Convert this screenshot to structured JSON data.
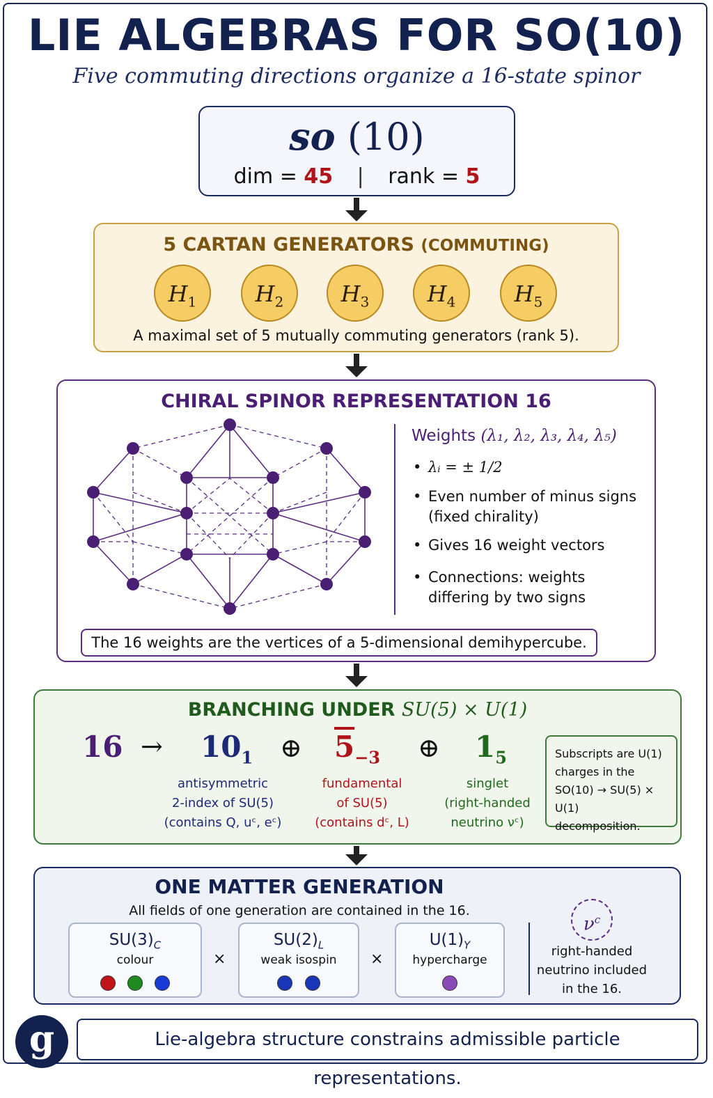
{
  "title": "LIE ALGEBRAS FOR SO(10)",
  "subtitle": "Five commuting directions organize a 16-state spinor",
  "algebra": {
    "name_algebra": "so",
    "name_arg": "(10)",
    "dim_label": "dim = ",
    "dim_value": "45",
    "separator": "|",
    "rank_label": "rank = ",
    "rank_value": "5"
  },
  "cartan": {
    "heading": "5 CARTAN  GENERATORS",
    "heading_suffix": "(COMMUTING)",
    "generators": [
      {
        "symbol": "H",
        "index": "1"
      },
      {
        "symbol": "H",
        "index": "2"
      },
      {
        "symbol": "H",
        "index": "3"
      },
      {
        "symbol": "H",
        "index": "4"
      },
      {
        "symbol": "H",
        "index": "5"
      }
    ],
    "note": "A maximal set of 5 mutually commuting generators (rank 5)."
  },
  "spinor": {
    "heading": "CHIRAL  SPINOR  REPRESENTATION   16",
    "weights_title": "Weights",
    "weights_tuple": "(λ₁, λ₂, λ₃, λ₄, λ₅)",
    "bullets": [
      "λᵢ = ± 1/2",
      "Even number of minus signs",
      "(fixed chirality)",
      "Gives 16 weight vectors",
      "Connections: weights",
      "differing by two signs"
    ],
    "bullet_char": "•",
    "note": "The 16 weights are the vertices of a 5-dimensional demihypercube."
  },
  "branching": {
    "heading": "BRANCHING UNDER",
    "heading_math": "SU(5) × U(1)",
    "source": "16",
    "arrow": "→",
    "oplus": "⊕",
    "reps": [
      {
        "value": "10",
        "charge": "1",
        "color": "#1d2a78",
        "desc": [
          "antisymmetric",
          "2-index of SU(5)",
          "(contains Q, uᶜ, eᶜ)"
        ]
      },
      {
        "value": "5",
        "charge": "−3",
        "color": "#b0141a",
        "desc": [
          "fundamental",
          "of SU(5)",
          "(contains dᶜ, L)"
        ]
      },
      {
        "value": "1",
        "charge": "5",
        "color": "#1f6a1c",
        "desc": [
          "singlet",
          "(right-handed",
          "neutrino νᶜ)"
        ]
      }
    ],
    "sidenote": [
      "Subscripts are U(1)",
      "charges in the",
      "SO(10) → SU(5) × U(1)",
      "decomposition."
    ]
  },
  "generation": {
    "heading": "ONE  MATTER  GENERATION",
    "subheading": "All fields of one generation are contained in the 16.",
    "times": "×",
    "groups": [
      {
        "name": "SU(3)",
        "sub": "C",
        "label": "colour",
        "dots": [
          "#c0141a",
          "#1f8a1f",
          "#1a3ad8"
        ]
      },
      {
        "name": "SU(2)",
        "sub": "L",
        "label": "weak isospin",
        "dots": [
          "#1a36b8",
          "#1a36b8"
        ]
      },
      {
        "name": "U(1)",
        "sub": "Y",
        "label": "hypercharge",
        "dots": [
          "#8a4bb8"
        ]
      }
    ],
    "nu_symbol": "ν",
    "nu_sup": "c",
    "nu_text": [
      "right-handed",
      "neutrino included",
      "in the 16."
    ]
  },
  "logo_letter": "g",
  "footer": "Lie-algebra structure constrains admissible particle representations."
}
